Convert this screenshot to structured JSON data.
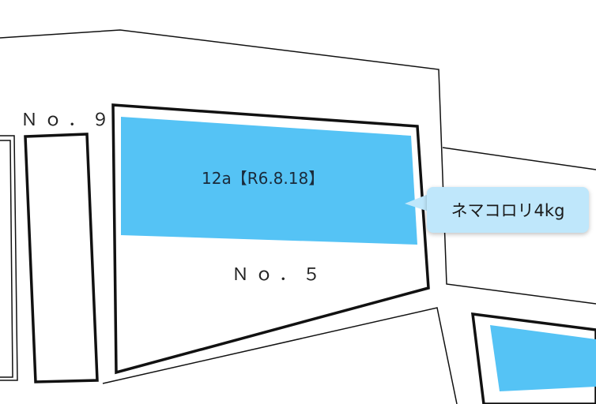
{
  "colors": {
    "plot_fill": "#55c3f5",
    "tooltip_bg": "#bfe7fb"
  },
  "plots": {
    "no9_label": "Ｎｏ．９",
    "no5_label": "Ｎｏ．５",
    "highlighted_plot_label": "12a【R6.8.18】"
  },
  "tooltip": {
    "text": "ネマコロリ4kg"
  }
}
